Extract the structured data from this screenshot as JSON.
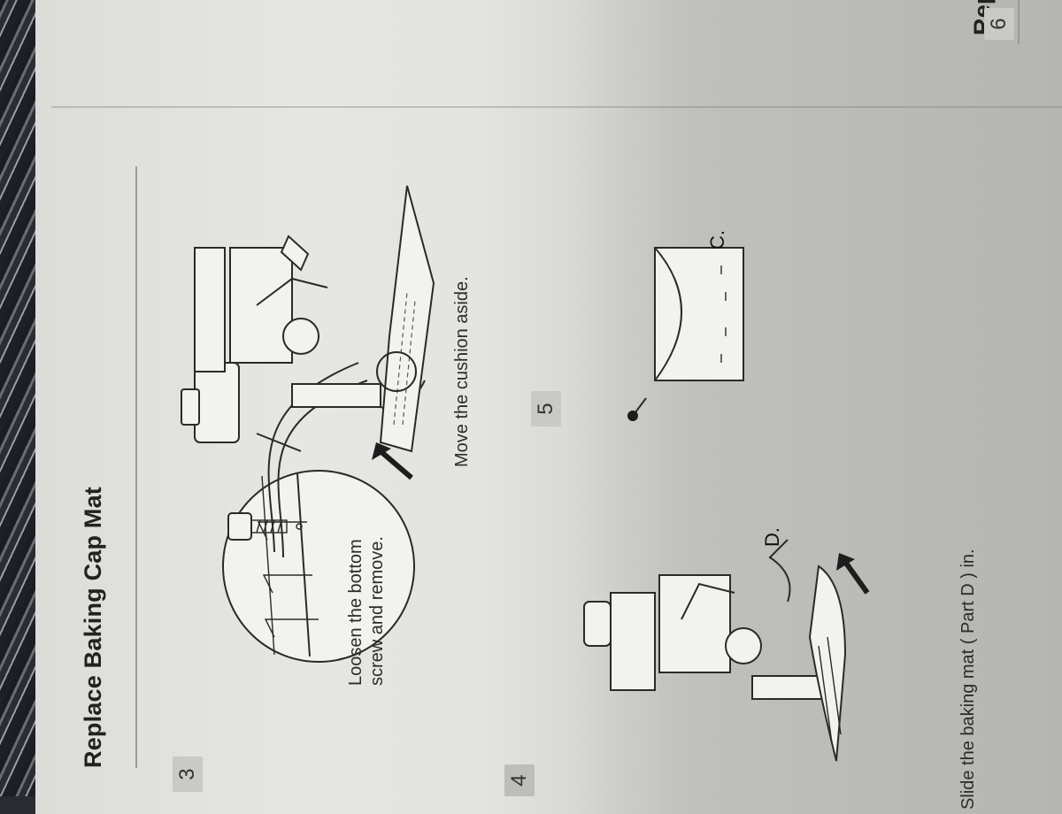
{
  "manual": {
    "section_title": "Replace Baking Cap Mat",
    "next_section_title_cut": "Rep",
    "steps": [
      {
        "number": "3",
        "caption": "Loosen the bottom screw and remove.",
        "caption_lines": [
          "Loosen the bottom",
          "screw and remove."
        ],
        "caption_2": "Move the cushion aside."
      },
      {
        "number": "4",
        "caption": "Slide the baking mat ( Part D ) in.",
        "part_label": "D."
      },
      {
        "number": "5",
        "part_label": "C."
      },
      {
        "number": "6"
      }
    ]
  }
}
